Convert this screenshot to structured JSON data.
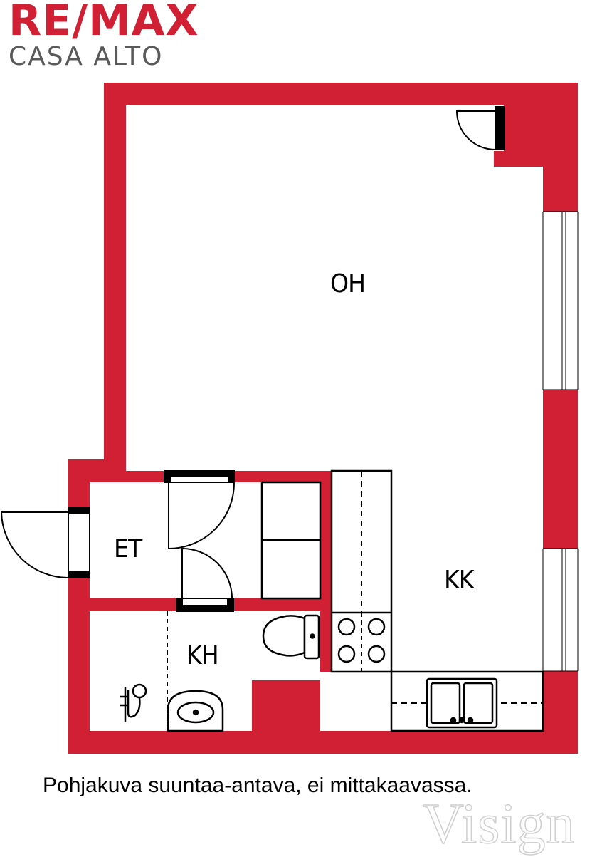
{
  "brand": {
    "name": "RE/MAX",
    "office": "CASA ALTO",
    "accent": "#d11f34"
  },
  "rooms": {
    "living": "OH",
    "entry": "ET",
    "bath": "KH",
    "kitchen": "KK"
  },
  "caption": "Pohjakuva suuntaa-antava, ei mittakaavassa.",
  "watermark": "Visign",
  "colors": {
    "wall": "#d11f34",
    "line": "#000000",
    "background": "#ffffff"
  }
}
